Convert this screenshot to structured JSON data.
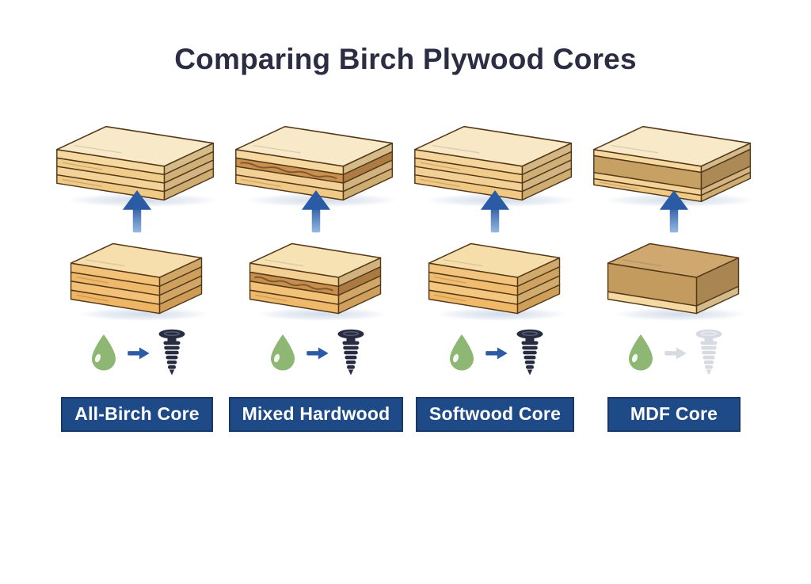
{
  "title": "Comparing Birch Plywood Cores",
  "colors": {
    "background": "#ffffff",
    "title_text": "#2b2d42",
    "outline": "#543818",
    "label_bg": "#1e4a87",
    "label_border": "#16396a",
    "label_text": "#ffffff",
    "arrow_blue": "#2b5ba4",
    "arrow_blue_light": "#96b9e2",
    "drop_green": "#8db773",
    "screw_dark": "#272c41",
    "screw_slot": "#595f78",
    "faded_icon": "#d6dbe2",
    "faded_icon_slot": "#e9ebf0",
    "shadow": "#c7d3e3"
  },
  "icons": {
    "moisture": "water-drop-icon",
    "relation": "arrow-right-icon",
    "fastener": "screw-icon",
    "upgrade": "arrow-up-icon"
  },
  "columns": [
    {
      "id": "all-birch-core",
      "label": "All-Birch Core",
      "screw_holding": true,
      "top_stack": {
        "top": "#f8e9c8",
        "layers": [
          {
            "c": "#f5d9a0",
            "h": 11
          },
          {
            "c": "#f1cd8c",
            "h": 11
          },
          {
            "c": "#f4d398",
            "h": 11
          },
          {
            "c": "#f0c986",
            "h": 11
          }
        ]
      },
      "core_block": {
        "top": "#f7dfad",
        "layers": [
          {
            "c": "#f3c279",
            "h": 12
          },
          {
            "c": "#efb96c",
            "h": 12
          },
          {
            "c": "#f2c076",
            "h": 12
          },
          {
            "c": "#eeb564",
            "h": 12
          }
        ]
      }
    },
    {
      "id": "mixed-hardwood",
      "label": "Mixed Hardwood",
      "screw_holding": true,
      "top_stack": {
        "top": "#f8e9c8",
        "layers": [
          {
            "c": "#f5d9a0",
            "h": 11
          },
          {
            "c": "#c9904e",
            "h": 11,
            "grain": true
          },
          {
            "c": "#f3d095",
            "h": 11
          },
          {
            "c": "#f0c986",
            "h": 11
          }
        ]
      },
      "core_block": {
        "top": "#f7e2b3",
        "layers": [
          {
            "c": "#f3cf93",
            "h": 12
          },
          {
            "c": "#c78e4c",
            "h": 12,
            "grain": true
          },
          {
            "c": "#f2c278",
            "h": 12
          },
          {
            "c": "#efb96c",
            "h": 12
          }
        ]
      }
    },
    {
      "id": "softwood-core",
      "label": "Softwood Core",
      "screw_holding": true,
      "top_stack": {
        "top": "#f8e8c5",
        "layers": [
          {
            "c": "#f4d59b",
            "h": 11
          },
          {
            "c": "#f1cc8a",
            "h": 11
          },
          {
            "c": "#f3d196",
            "h": 11
          },
          {
            "c": "#f0c884",
            "h": 11
          }
        ]
      },
      "core_block": {
        "top": "#f6deaa",
        "layers": [
          {
            "c": "#f2c47d",
            "h": 12
          },
          {
            "c": "#f0bc70",
            "h": 12
          },
          {
            "c": "#f3c77f",
            "h": 12
          },
          {
            "c": "#efb968",
            "h": 12
          }
        ]
      }
    },
    {
      "id": "mdf-core",
      "label": "MDF Core",
      "screw_holding": false,
      "top_stack": {
        "top": "#f8e9c8",
        "layers": [
          {
            "c": "#f5d9a0",
            "h": 8
          },
          {
            "c": "#c7a164",
            "h": 22
          },
          {
            "c": "#f4d398",
            "h": 8
          },
          {
            "c": "#f0c986",
            "h": 8
          }
        ]
      },
      "core_block": {
        "top": "#cfa870",
        "layers": [
          {
            "c": "#c49b5e",
            "h": 38
          },
          {
            "c": "#f5d9a2",
            "h": 10
          }
        ]
      }
    }
  ]
}
